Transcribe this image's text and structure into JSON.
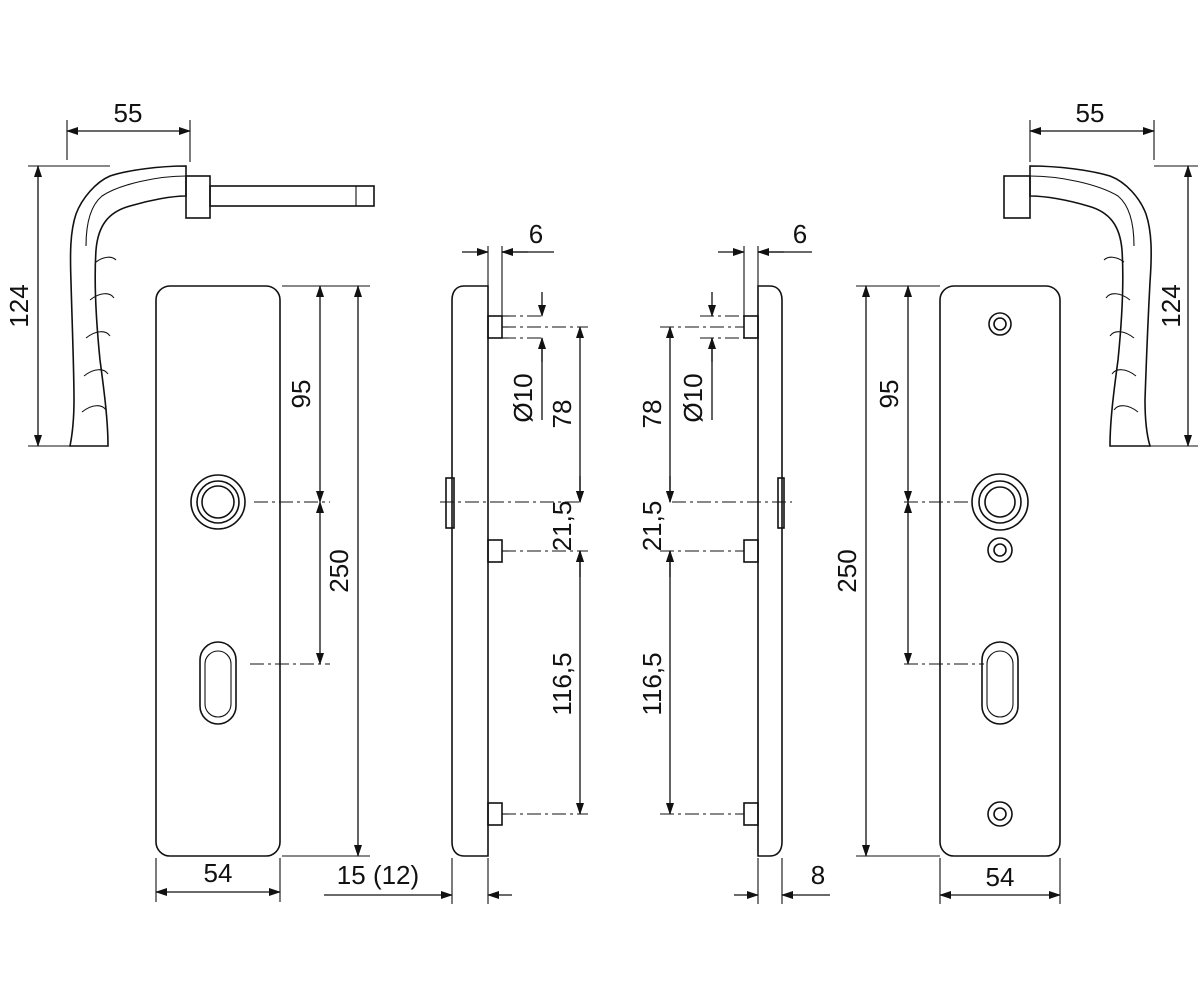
{
  "dimensions": {
    "handle_left_width": "55",
    "handle_left_height": "124",
    "plate_left_width": "54",
    "plate_left_spindle_offset": "95",
    "plate_left_height": "250",
    "side_left_thickness": "15 (12)",
    "side_left_pin": "6",
    "side_left_pin_dia": "Ø10",
    "side_left_top": "78",
    "side_left_mid": "21,5",
    "side_left_bottom": "116,5",
    "side_right_pin": "6",
    "side_right_pin_dia": "Ø10",
    "side_right_top": "78",
    "side_right_mid": "21,5",
    "side_right_bottom": "116,5",
    "side_right_thickness": "8",
    "plate_right_spindle_offset": "95",
    "plate_right_height": "250",
    "plate_right_width": "54",
    "handle_right_width": "55",
    "handle_right_height": "124"
  },
  "colors": {
    "line": "#111111",
    "background": "#ffffff"
  }
}
